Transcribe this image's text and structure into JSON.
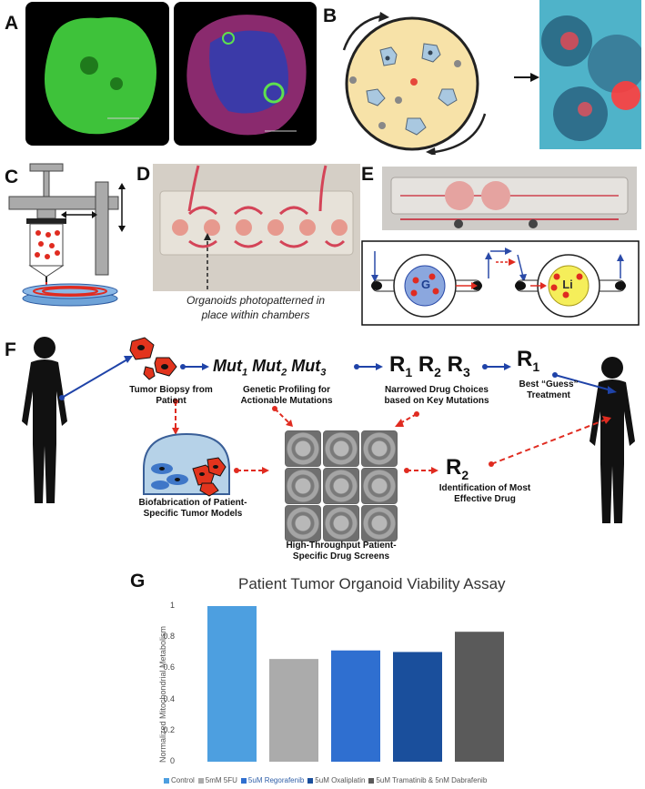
{
  "panels": {
    "a": "A",
    "b": "B",
    "c": "C",
    "d": "D",
    "e": "E",
    "f": "F",
    "g": "G"
  },
  "panel_d": {
    "caption_line1": "Organoids photopatterned in",
    "caption_line2": "place within chambers"
  },
  "panel_e": {
    "chamber_g": "G",
    "chamber_li": "Li"
  },
  "panel_f": {
    "biopsy": "Tumor Biopsy from Patient",
    "mutations": {
      "prefix": "Mut",
      "subs": [
        "1",
        "2",
        "3"
      ]
    },
    "genetic": "Genetic Profiling for Actionable Mutations",
    "rx_prefix": "R",
    "rx_subs": [
      "1",
      "2",
      "3"
    ],
    "narrowed": "Narrowed Drug Choices based on Key Mutations",
    "best_rx_sub": "1",
    "best": "Best “Guess” Treatment",
    "biofab": "Biofabrication of Patient-Specific Tumor Models",
    "screens": "High-Throughput Patient-Specific Drug Screens",
    "effective_rx_sub": "2",
    "effective": "Identification of Most Effective Drug"
  },
  "chart_data": {
    "type": "bar",
    "title": "Patient Tumor Organoid Viability Assay",
    "ylabel": "Normalized Mitochondrial Metabolism",
    "ylim": [
      0,
      1
    ],
    "yticks": [
      "0",
      "0.2",
      "0.4",
      "0.6",
      "0.8",
      "1"
    ],
    "grid": false,
    "legend_position": "bottom",
    "categories": [
      "Control",
      "5mM 5FU",
      "5uM Regorafenib",
      "5uM Oxaliplatin",
      "5uM Tramatinib & 5nM Dabrafenib"
    ],
    "values": [
      1.0,
      0.66,
      0.715,
      0.705,
      0.835
    ],
    "colors": [
      "#4d9fe0",
      "#ababab",
      "#2f6fd0",
      "#1a4f9c",
      "#5a5a5a"
    ],
    "legend_text_colors": [
      "#555555",
      "#555555",
      "#2f5fa8",
      "#555555",
      "#555555"
    ]
  }
}
